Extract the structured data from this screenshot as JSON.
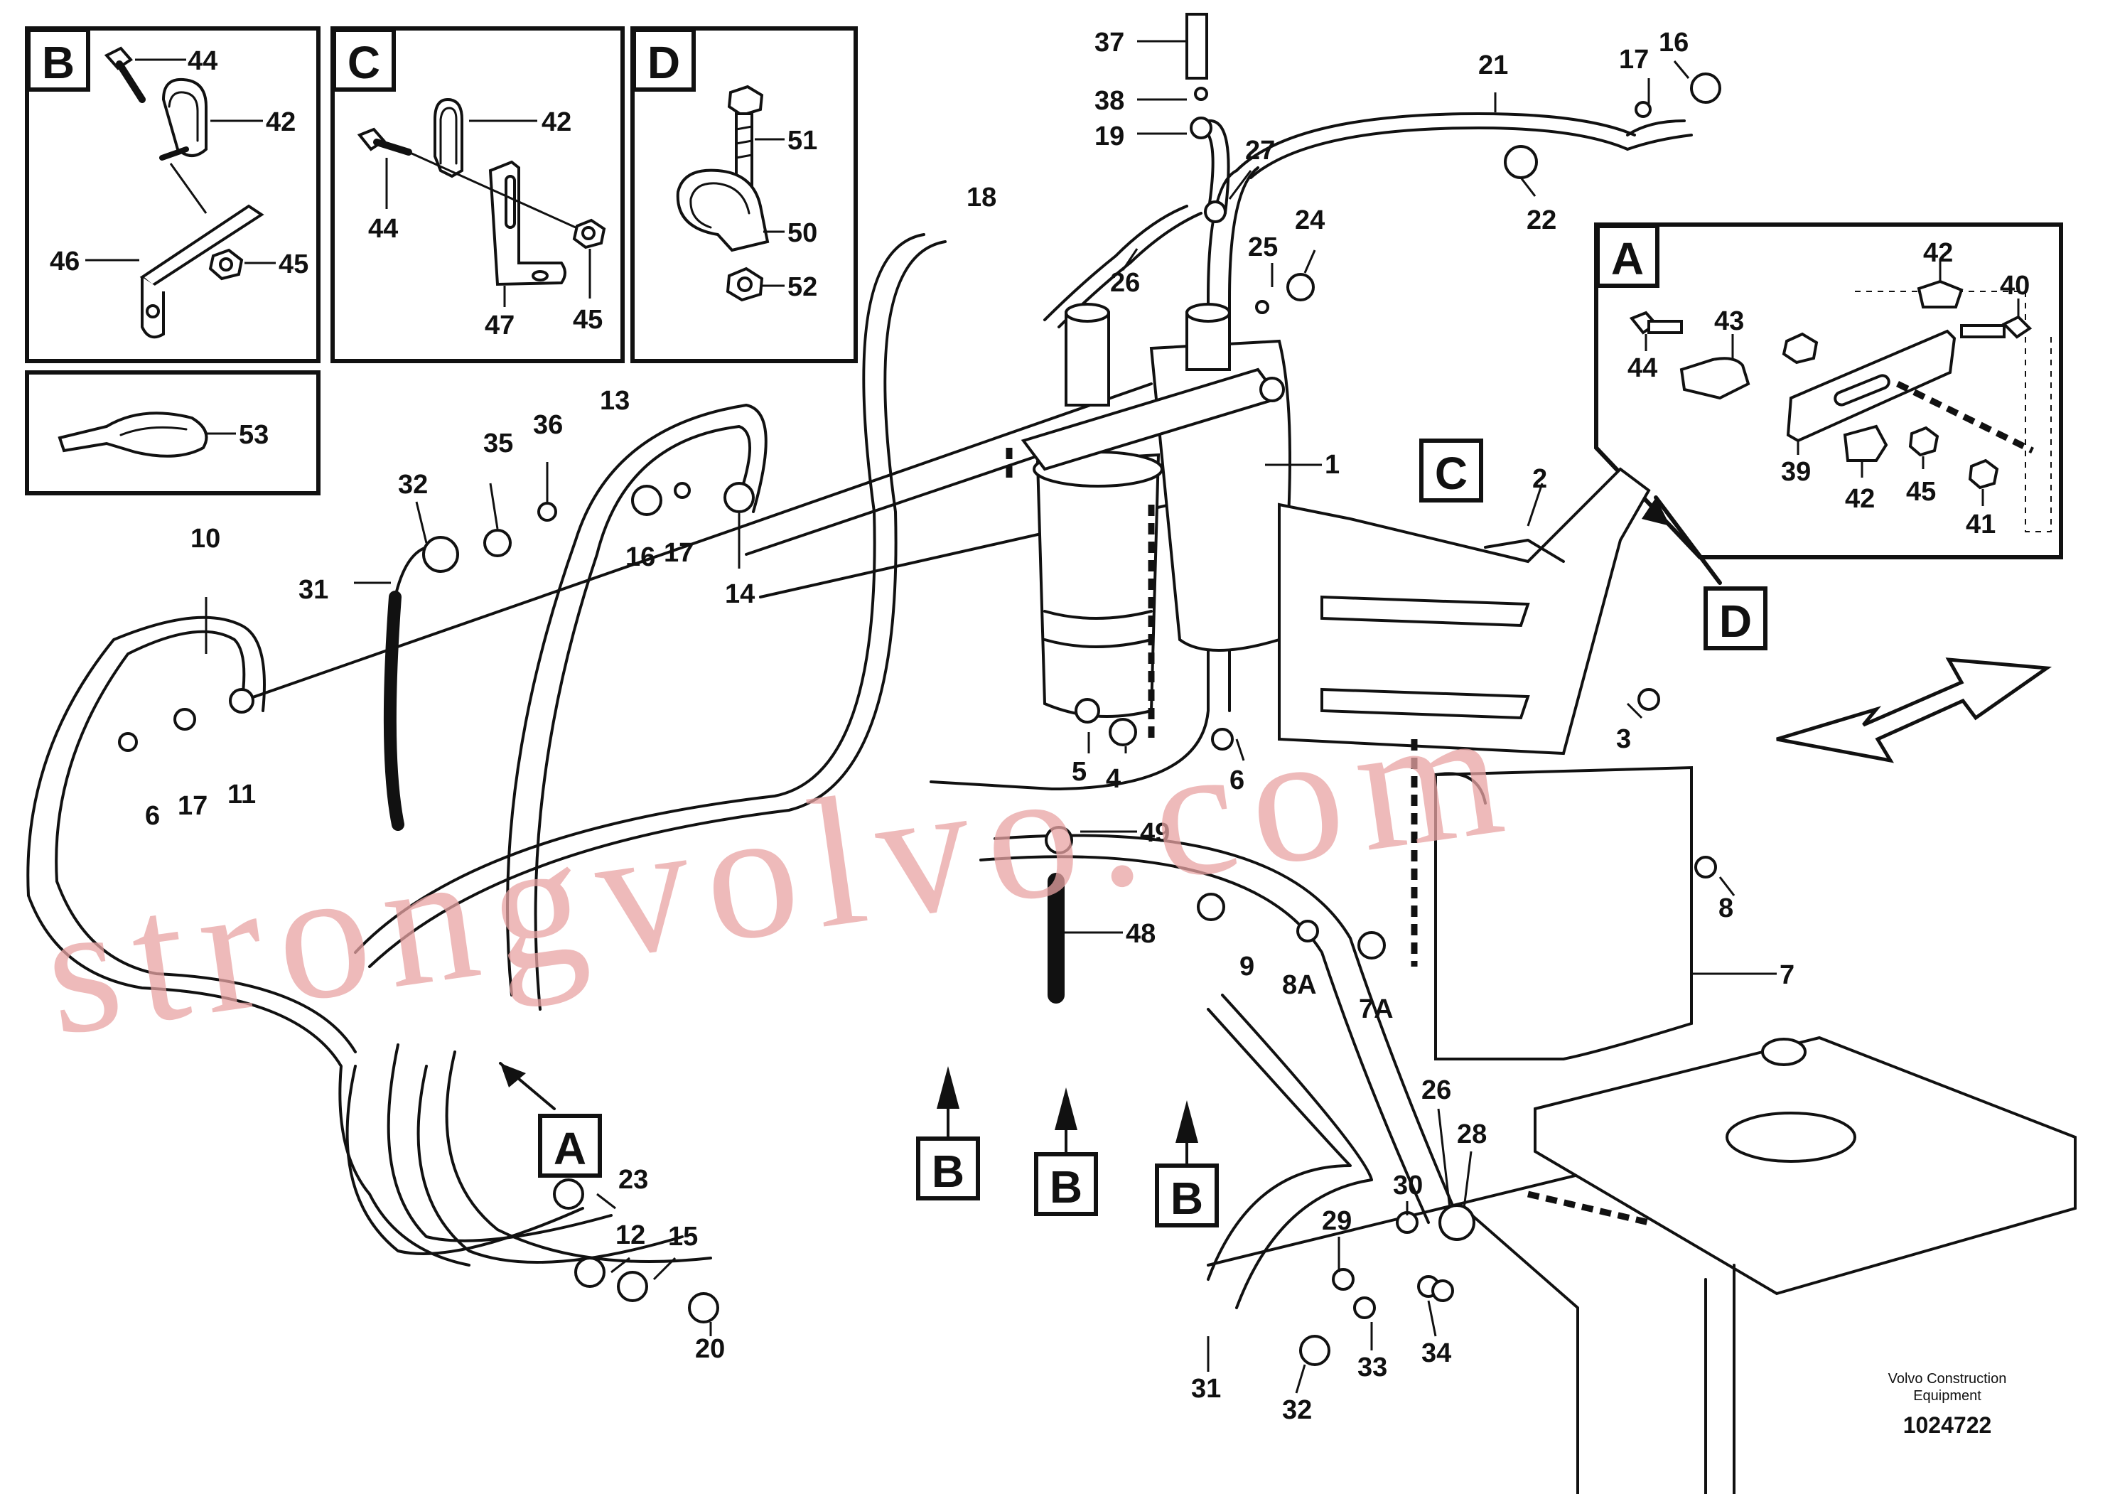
{
  "inset_labels": {
    "b": "B",
    "c": "C",
    "d": "D",
    "a": "A"
  },
  "inset_b_parts": [
    "44",
    "42",
    "46",
    "45"
  ],
  "inset_c_parts": [
    "42",
    "44",
    "47",
    "45"
  ],
  "inset_d_parts": [
    "51",
    "50",
    "52"
  ],
  "inset_53_part": "53",
  "inset_a_parts": [
    "42",
    "40",
    "43",
    "44",
    "39",
    "42",
    "45",
    "41"
  ],
  "callouts": {
    "c": "C",
    "d": "D",
    "a": "A",
    "b1": "B",
    "b2": "B",
    "b3": "B"
  },
  "part_numbers": [
    "37",
    "38",
    "19",
    "18",
    "27",
    "21",
    "17",
    "16",
    "22",
    "26",
    "25",
    "24",
    "13",
    "35",
    "36",
    "32",
    "16",
    "17",
    "14",
    "31",
    "10",
    "1",
    "2",
    "3",
    "6",
    "17",
    "11",
    "5",
    "4",
    "6",
    "49",
    "48",
    "8",
    "9",
    "8A",
    "7A",
    "7",
    "23",
    "12",
    "15",
    "20",
    "26",
    "28",
    "30",
    "29",
    "34",
    "33",
    "32",
    "31"
  ],
  "footer": {
    "company_line1": "Volvo Construction",
    "company_line2": "Equipment",
    "doc_number": "1024722"
  },
  "watermark": "strongvolvo.com"
}
